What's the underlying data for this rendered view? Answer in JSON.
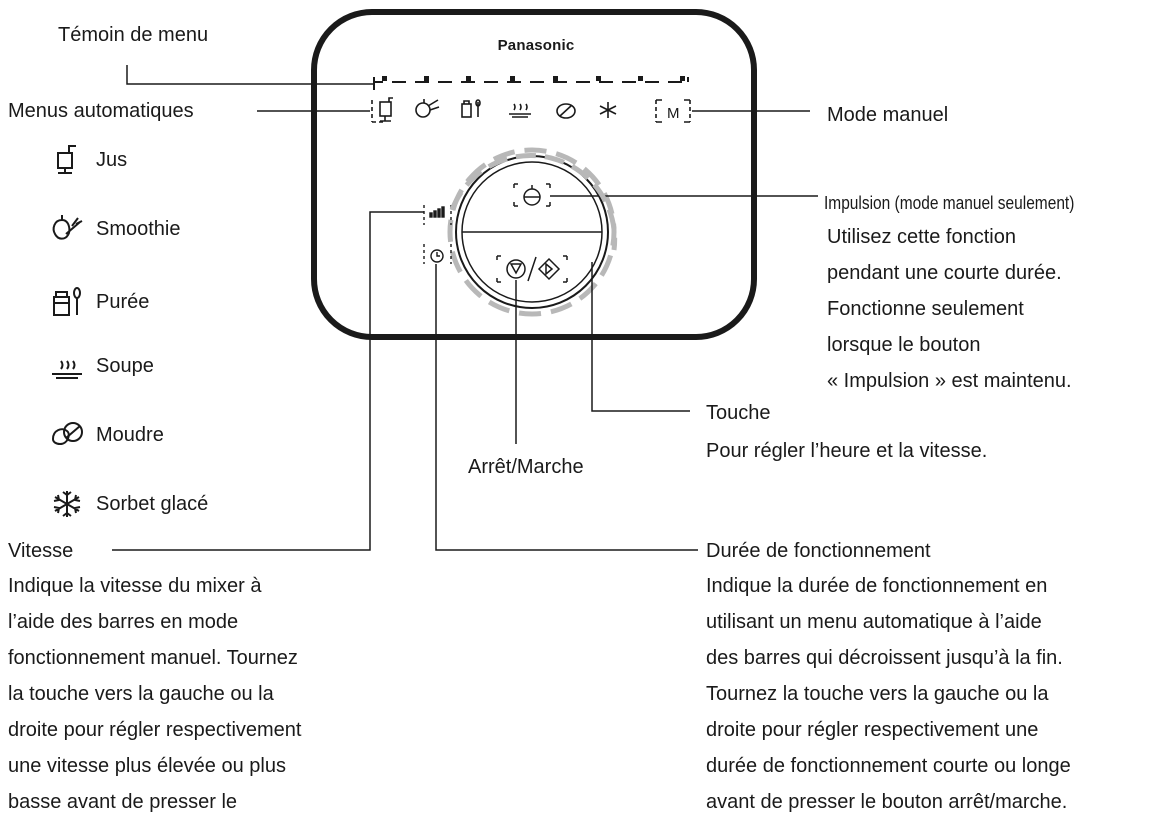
{
  "brand": "Panasonic",
  "labels": {
    "menu_indicator": "Témoin de menu",
    "auto_menus": "Menus automatiques",
    "manual_mode": "Mode manuel",
    "pulse_title": "Impulsion (mode manuel seulement)",
    "dial_title": "Touche",
    "dial_desc": "Pour régler l’heure et la vitesse.",
    "start_stop": "Arrêt/Marche",
    "speed_title": "Vitesse",
    "duration_title": "Durée de fonctionnement",
    "manual_key": "M"
  },
  "pulse_desc": [
    "Utilisez cette fonction",
    "pendant une courte durée.",
    "Fonctionne seulement",
    "lorsque le bouton",
    "« Impulsion » est maintenu."
  ],
  "menus": [
    {
      "label": "Jus",
      "icon": "juice-glass-icon"
    },
    {
      "label": "Smoothie",
      "icon": "fruit-carrot-icon"
    },
    {
      "label": "Purée",
      "icon": "jar-spoon-icon"
    },
    {
      "label": "Soupe",
      "icon": "soup-bowl-icon"
    },
    {
      "label": "Moudre",
      "icon": "grind-icon"
    },
    {
      "label": "Sorbet glacé",
      "icon": "snowflake-icon"
    }
  ],
  "speed_desc": [
    "Indique la vitesse du mixer à",
    "l’aide des barres en mode",
    "fonctionnement manuel. Tournez",
    "la touche vers la gauche ou la",
    "droite pour régler respectivement",
    "une vitesse plus élevée ou plus",
    "basse avant de presser le"
  ],
  "duration_desc": [
    "Indique la durée de fonctionnement en",
    "utilisant un menu automatique à l’aide",
    "des barres qui décroissent jusqu’à la fin.",
    "Tournez la touche vers la gauche ou la",
    "droite pour régler respectivement une",
    "durée de fonctionnement courte ou longe",
    "avant de presser le bouton arrêt/marche."
  ]
}
